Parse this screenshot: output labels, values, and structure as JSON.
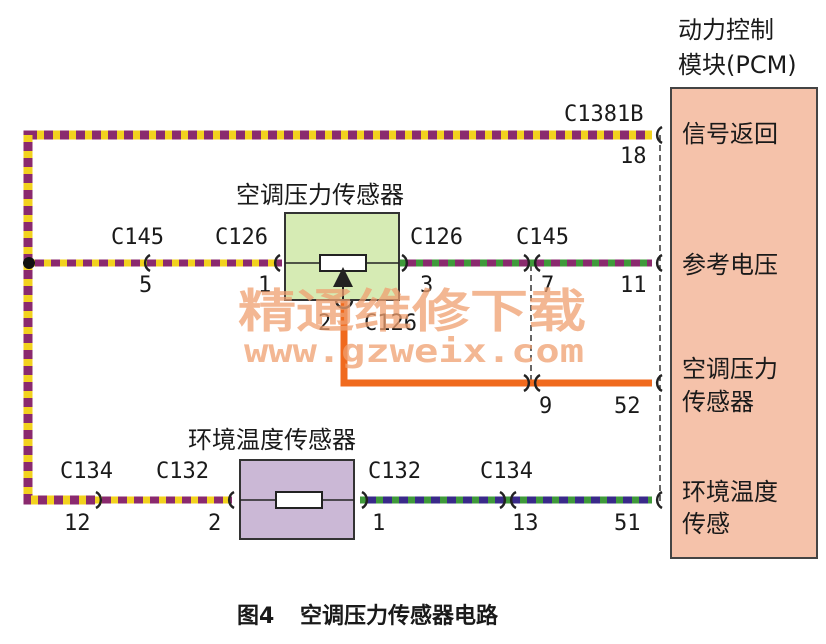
{
  "module": {
    "title_line1": "动力控制",
    "title_line2": "模块(PCM)",
    "fill_color": "#f5c2aa",
    "pin_labels": [
      {
        "text": "信号返回"
      },
      {
        "text": "参考电压"
      },
      {
        "text": "空调压力"
      },
      {
        "text": "传感器"
      },
      {
        "text": "环境温度"
      },
      {
        "text": "传感"
      }
    ]
  },
  "connectors": {
    "c1381b": "C1381B",
    "c145_a": "C145",
    "c126_a": "C126",
    "c126_b": "C126",
    "c145_b": "C145",
    "c126_c": "C126",
    "c134_a": "C134",
    "c132_a": "C132",
    "c132_b": "C132",
    "c134_b": "C134"
  },
  "pins": {
    "p18": "18",
    "p5": "5",
    "p1_press": "1",
    "p3": "3",
    "p7": "7",
    "p11": "11",
    "p2_press": "2",
    "p9": "9",
    "p52": "52",
    "p12": "12",
    "p2_amb": "2",
    "p1_amb": "1",
    "p13": "13",
    "p51": "51"
  },
  "sensors": {
    "pressure": {
      "title": "空调压力传感器",
      "fill_color": "#d6ebb4"
    },
    "ambient": {
      "title": "环境温度传感器",
      "fill_color": "#cbb8d6"
    }
  },
  "wire_colors": {
    "purple": "#8a2a6e",
    "yellow": "#f2d21e",
    "green": "#3f9a3a",
    "orange": "#f06a1e",
    "navy": "#3a2a8a"
  },
  "watermark": {
    "line1": "精通维修下载",
    "line2": "www.gzweix.com"
  },
  "caption": {
    "fig": "图4",
    "text": "空调压力传感器电路"
  }
}
